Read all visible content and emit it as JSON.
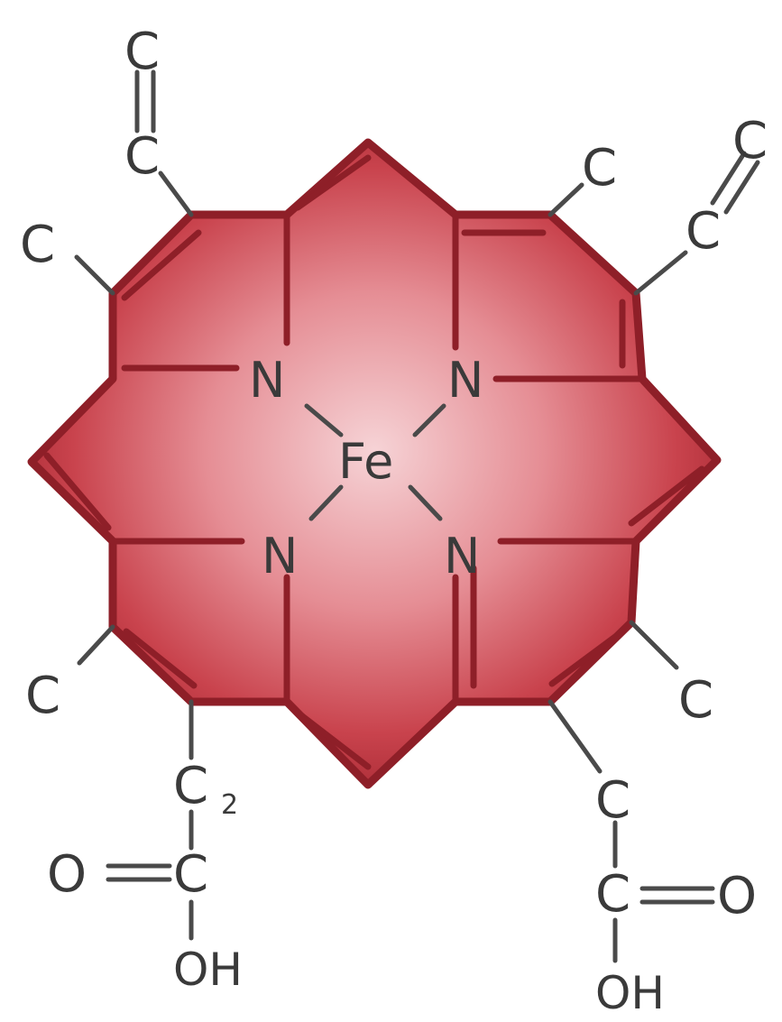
{
  "labels": {
    "center": "Fe",
    "nitrogen": "N",
    "carbon": "C",
    "oxygen": "O",
    "hydroxyl": "OH",
    "subscript_two": "2"
  },
  "colors": {
    "ring_fill_light": "#f4c8cb",
    "ring_fill_mid": "#d9646c",
    "ring_fill_dark": "#b3313c",
    "ring_stroke": "#8e1f28",
    "bond_stroke": "#4a4a4a",
    "label_text": "#3a3a3a",
    "background": "#ffffff"
  }
}
